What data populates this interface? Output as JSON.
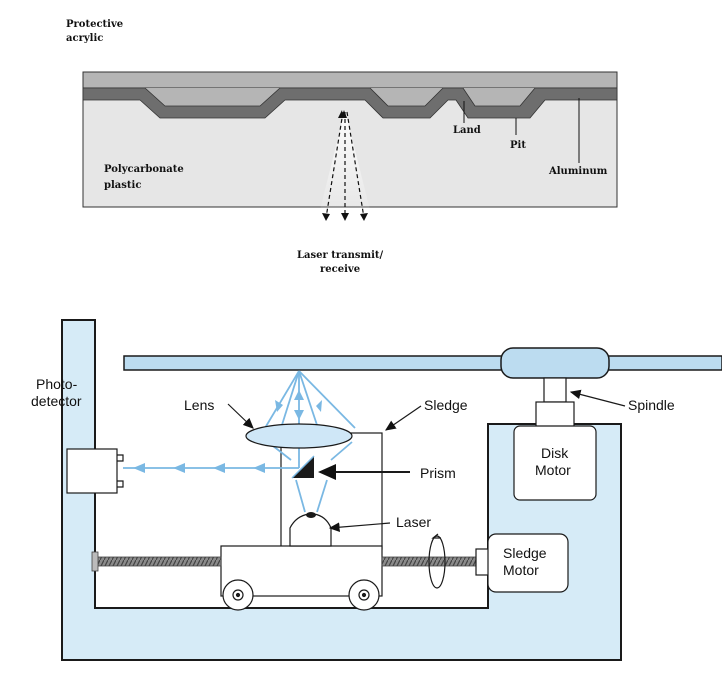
{
  "top_diagram": {
    "labels": {
      "protective": [
        "Protective",
        "acrylic"
      ],
      "polycarbonate": [
        "Polycarbonate",
        "plastic"
      ],
      "land": "Land",
      "pit": "Pit",
      "aluminum": "Aluminum",
      "laser": [
        "Laser transmit/",
        "receive"
      ]
    },
    "colors": {
      "acrylic": "#b5b5b5",
      "aluminum": "#6e6e6e",
      "plastic": "#e6e6e6",
      "outline": "#222222"
    }
  },
  "bottom_diagram": {
    "labels": {
      "photodetector": [
        "Photo-",
        "detector"
      ],
      "lens": "Lens",
      "sledge": "Sledge",
      "spindle": "Spindle",
      "disk_motor": [
        "Disk",
        "Motor"
      ],
      "prism": "Prism",
      "laser": "Laser",
      "sledge_motor": [
        "Sledge",
        "Motor"
      ]
    },
    "colors": {
      "housing": "#d6ebf7",
      "disk": "#bcdcf0",
      "beam": "#7ab8e3",
      "outline": "#1a1a1a"
    }
  }
}
